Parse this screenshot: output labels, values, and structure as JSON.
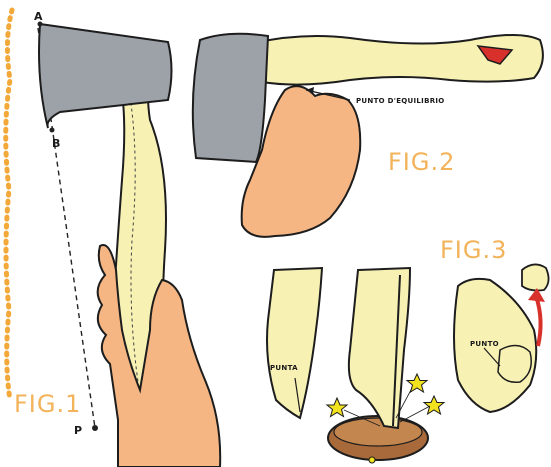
{
  "figures": {
    "fig1_label": "FIG.1",
    "fig2_label": "FIG.2",
    "fig3_label": "FIG.3"
  },
  "points": {
    "a": "A",
    "b": "B",
    "p": "P"
  },
  "annotations": {
    "balance_point": "PUNTO D'EQUILIBRIO",
    "tip": "PUNTA",
    "point_fig3": "PUNTO"
  },
  "colors": {
    "handle": "#f7f1b4",
    "blade": "#9da2a8",
    "skin": "#f5b684",
    "wood": "#a86a3a",
    "accent_orange": "#f2b35a",
    "arrow_red": "#d8312b",
    "star": "#f3e21e"
  }
}
